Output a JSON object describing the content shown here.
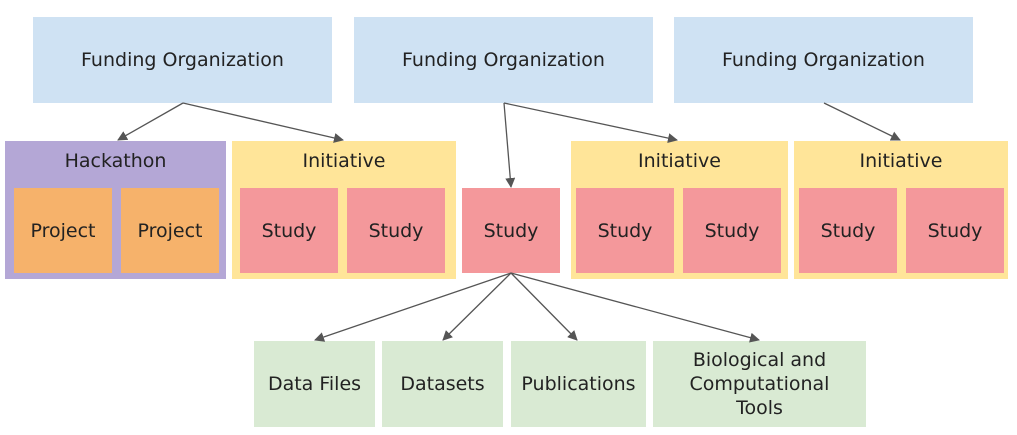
{
  "colors": {
    "funder": "#cfe2f3",
    "hackathon": "#b4a7d6",
    "initiative": "#ffe599",
    "project": "#f6b26b",
    "study": "#f4989b",
    "output": "#d9ead3",
    "arrow": "#555555"
  },
  "funders": [
    {
      "label": "Funding Organization"
    },
    {
      "label": "Funding Organization"
    },
    {
      "label": "Funding Organization"
    }
  ],
  "hackathon": {
    "label": "Hackathon",
    "projects": [
      {
        "label": "Project"
      },
      {
        "label": "Project"
      }
    ]
  },
  "initiatives": [
    {
      "label": "Initiative",
      "studies": [
        {
          "label": "Study"
        },
        {
          "label": "Study"
        }
      ]
    },
    {
      "label": "Initiative",
      "studies": [
        {
          "label": "Study"
        },
        {
          "label": "Study"
        }
      ]
    },
    {
      "label": "Initiative",
      "studies": [
        {
          "label": "Study"
        },
        {
          "label": "Study"
        }
      ]
    }
  ],
  "standalone_study": {
    "label": "Study"
  },
  "outputs": [
    {
      "label": "Data Files"
    },
    {
      "label": "Datasets"
    },
    {
      "label": "Publications"
    },
    {
      "label": "Biological and Computational Tools"
    }
  ]
}
